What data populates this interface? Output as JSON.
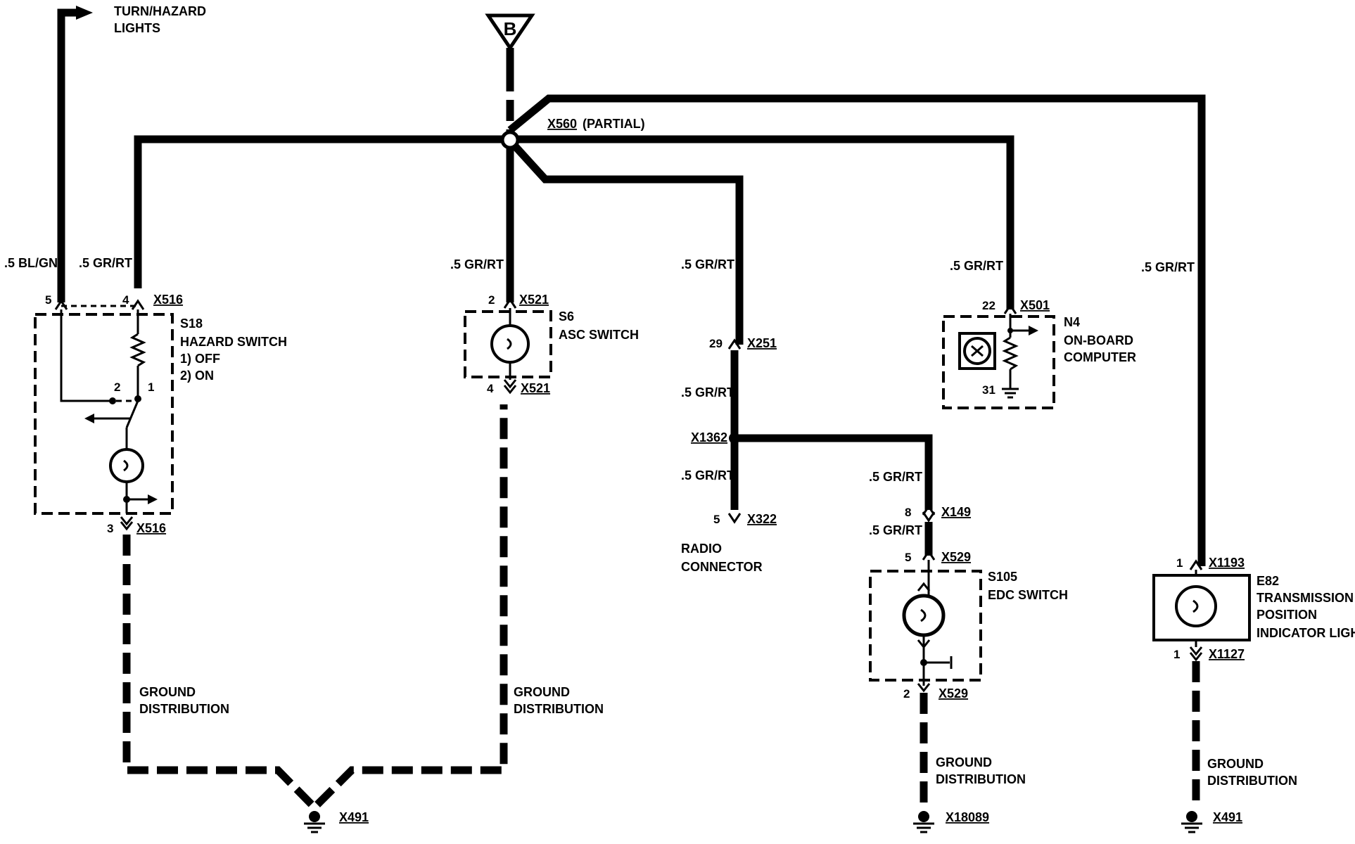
{
  "source": {
    "label": "B"
  },
  "turn_hazard": {
    "line1": "TURN/HAZARD",
    "line2": "LIGHTS"
  },
  "splice_x560": {
    "connector": "X560",
    "note": "(PARTIAL)"
  },
  "wires": {
    "bl_gn": ".5 BL/GN",
    "hazard_gr_rt": ".5 GR/RT",
    "asc_gr_rt": ".5 GR/RT",
    "radio_gr_rt_1": ".5 GR/RT",
    "radio_gr_rt_2": ".5 GR/RT",
    "radio_gr_rt_3": ".5 GR/RT",
    "obc_gr_rt": ".5 GR/RT",
    "trans_gr_rt": ".5 GR/RT",
    "edc_gr_rt_1": ".5 GR/RT",
    "edc_gr_rt_2": ".5 GR/RT"
  },
  "hazard_switch": {
    "id": "S18",
    "name": "HAZARD SWITCH",
    "state1": "1)   OFF",
    "state2": "2)   ON",
    "pin_5": "5",
    "pin_4": "4",
    "pin_3": "3",
    "contact_2": "2",
    "contact_1": "1",
    "connector_top": "X516",
    "connector_bottom": "X516"
  },
  "asc_switch": {
    "id": "S6",
    "name": "ASC SWITCH",
    "pin_top": "2",
    "pin_bottom": "4",
    "connector_top": "X521",
    "connector_bottom": "X521"
  },
  "radio": {
    "pin_29": "29",
    "connector_x251": "X251",
    "splice": "X1362",
    "pin_5": "5",
    "connector_x322": "X322",
    "line1": "RADIO",
    "line2": "CONNECTOR"
  },
  "obc": {
    "id": "N4",
    "line1": "ON-BOARD",
    "line2": "COMPUTER",
    "pin_22": "22",
    "pin_31": "31",
    "connector": "X501"
  },
  "edc_switch": {
    "id": "S105",
    "name": "EDC SWITCH",
    "pin_8": "8",
    "connector_x149": "X149",
    "pin_5": "5",
    "connector_top": "X529",
    "pin_2": "2",
    "connector_bottom": "X529"
  },
  "transmission_light": {
    "id": "E82",
    "line1": "TRANSMISSION",
    "line2": "POSITION",
    "line3": "INDICATOR LIGHT",
    "pin_top": "1",
    "connector_top": "X1193",
    "pin_bottom": "1",
    "connector_bottom": "X1127"
  },
  "grounds": {
    "hazard_label1": "GROUND",
    "hazard_label2": "DISTRIBUTION",
    "asc_label1": "GROUND",
    "asc_label2": "DISTRIBUTION",
    "edc_label1": "GROUND",
    "edc_label2": "DISTRIBUTION",
    "trans_label1": "GROUND",
    "trans_label2": "DISTRIBUTION",
    "x491_a": "X491",
    "x18089": "X18089",
    "x491_b": "X491"
  }
}
